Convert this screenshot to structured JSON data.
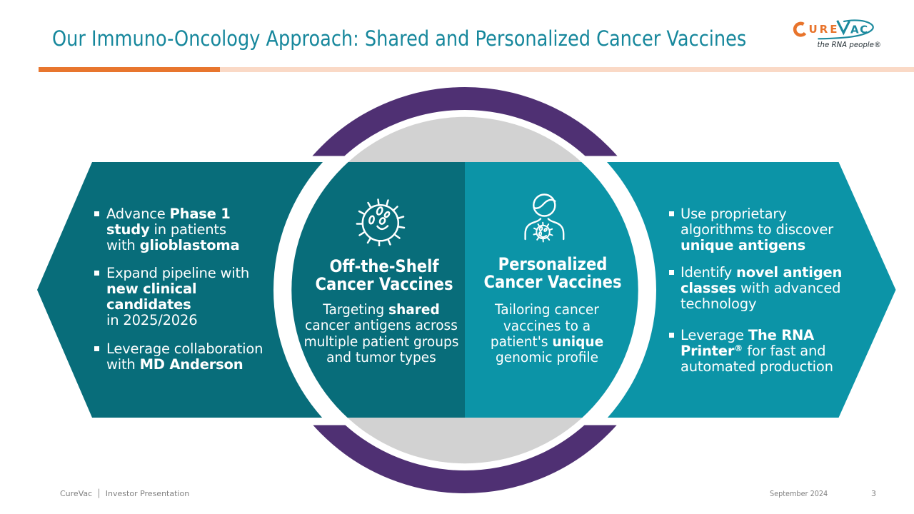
{
  "title": "Our Immuno-Oncology Approach: Shared and Personalized Cancer Vaccines",
  "logo": {
    "word_head": "URE",
    "word_tail": "AC",
    "tagline": "the RNA people®"
  },
  "left_arrow": {
    "items": [
      {
        "segments": [
          {
            "t": "Advance "
          },
          {
            "t": "Phase 1",
            "b": true
          },
          {
            "br": true
          },
          {
            "t": "study",
            "b": true
          },
          {
            "t": " in patients"
          },
          {
            "br": true
          },
          {
            "t": "with "
          },
          {
            "t": "glioblastoma",
            "b": true
          }
        ]
      },
      {
        "segments": [
          {
            "t": "Expand pipeline with"
          },
          {
            "br": true
          },
          {
            "t": "new clinical",
            "b": true
          },
          {
            "br": true
          },
          {
            "t": "candidates",
            "b": true
          },
          {
            "br": true
          },
          {
            "t": "in 2025/2026"
          }
        ]
      },
      {
        "segments": [
          {
            "t": "Leverage collaboration"
          },
          {
            "br": true
          },
          {
            "t": "with "
          },
          {
            "t": "MD Anderson",
            "b": true
          }
        ]
      }
    ]
  },
  "right_arrow": {
    "items": [
      {
        "segments": [
          {
            "t": "Use proprietary"
          },
          {
            "br": true
          },
          {
            "t": "algorithms to discover"
          },
          {
            "br": true
          },
          {
            "t": "unique antigens",
            "b": true
          }
        ]
      },
      {
        "segments": [
          {
            "t": "Identify "
          },
          {
            "t": "novel antigen",
            "b": true
          },
          {
            "br": true
          },
          {
            "t": "classes",
            "b": true
          },
          {
            "t": " with advanced"
          },
          {
            "br": true
          },
          {
            "t": "technology"
          }
        ]
      },
      {
        "segments": [
          {
            "t": "Leverage "
          },
          {
            "t": "The RNA",
            "b": true
          },
          {
            "br": true
          },
          {
            "t": "Printer",
            "b": true
          },
          {
            "t": "®",
            "b": true,
            "sup": true
          },
          {
            "t": " for fast and"
          },
          {
            "br": true
          },
          {
            "t": "automated production"
          }
        ]
      }
    ]
  },
  "center_left": {
    "icon": "virus-icon",
    "title_segments": [
      {
        "t": "Off-the-Shelf"
      },
      {
        "br": true
      },
      {
        "t": "Cancer Vaccines"
      }
    ],
    "body_segments": [
      {
        "t": "Targeting "
      },
      {
        "t": "shared",
        "b": true
      },
      {
        "br": true
      },
      {
        "t": "cancer antigens across"
      },
      {
        "br": true
      },
      {
        "t": "multiple patient groups"
      },
      {
        "br": true
      },
      {
        "t": "and tumor types"
      }
    ]
  },
  "center_right": {
    "icon": "person-icon",
    "title_segments": [
      {
        "t": "Personalized"
      },
      {
        "br": true
      },
      {
        "t": "Cancer Vaccines"
      }
    ],
    "body_segments": [
      {
        "t": "Tailoring cancer"
      },
      {
        "br": true
      },
      {
        "t": "vaccines to a"
      },
      {
        "br": true
      },
      {
        "t": "patient's "
      },
      {
        "t": "unique",
        "b": true
      },
      {
        "br": true
      },
      {
        "t": "genomic profile"
      }
    ]
  },
  "footer": {
    "brand": "CureVac",
    "separator": "│",
    "label": "Investor Presentation",
    "date": "September 2024",
    "page_number": "3"
  },
  "colors": {
    "title_teal": "#16879C",
    "accent_orange": "#E8762E",
    "divider_peach": "#FAD9C6",
    "arrow_dark_teal": "#086D7A",
    "arrow_light_teal": "#0C94A7",
    "ring_purple": "#4F3073",
    "circle_gray": "#D2D2D2",
    "footer_gray": "#808080",
    "logo_orange": "#E8742C",
    "logo_teal": "#1C8A9E",
    "text_white": "#FFFFFF"
  }
}
